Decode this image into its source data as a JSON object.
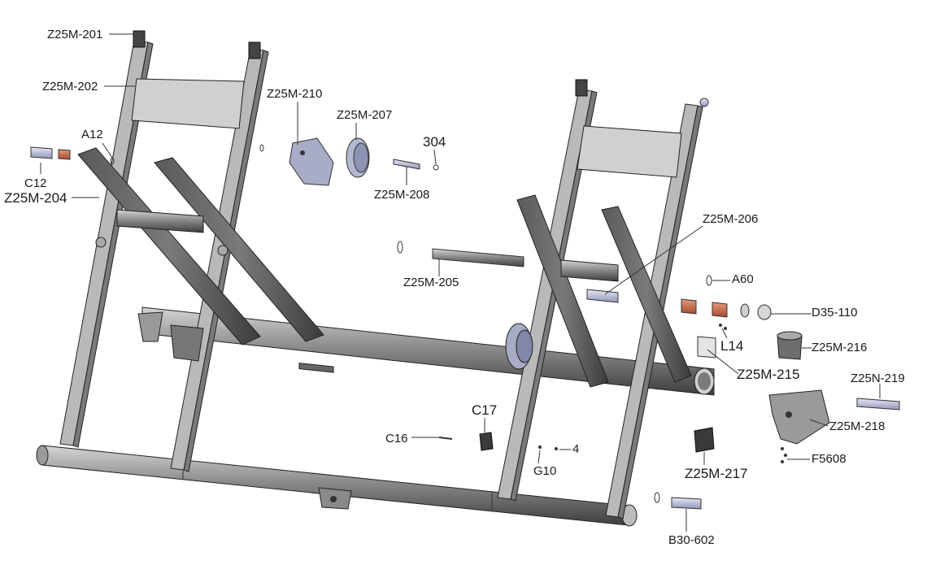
{
  "labels": {
    "z201": "Z25M-201",
    "z202": "Z25M-202",
    "a12": "A12",
    "c12": "C12",
    "z204": "Z25M-204",
    "z210": "Z25M-210",
    "z207": "Z25M-207",
    "p304": "304",
    "z208": "Z25M-208",
    "z206": "Z25M-206",
    "z205": "Z25M-205",
    "a60": "A60",
    "d35": "D35-110",
    "l14": "L14",
    "z216": "Z25M-216",
    "z215": "Z25M-215",
    "z219": "Z25N-219",
    "z218": "Z25M-218",
    "c17": "C17",
    "c16": "C16",
    "g10": "G10",
    "p4": "4",
    "f5608": "F5608",
    "z217": "Z25M-217",
    "b30": "B30-602"
  },
  "colors": {
    "frame": "#8a8a8a",
    "frame_dark": "#4a4a4a",
    "frame_light": "#c8c8c8",
    "bushing": "#c8664a",
    "pin": "#b8bcd8",
    "line": "#333333"
  }
}
